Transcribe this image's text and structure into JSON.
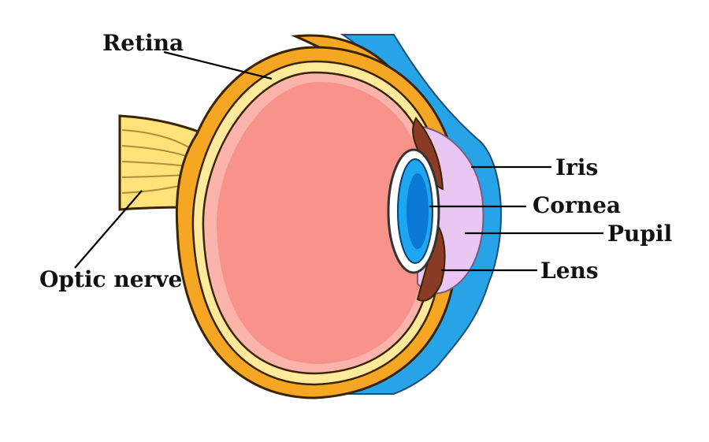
{
  "labels": {
    "retina": "Retina",
    "iris": "Iris",
    "cornea": "Cornea",
    "pupil": "Pupil",
    "lens": "Lens",
    "optic_nerve": "Optic nerve"
  },
  "colors": {
    "sclera": "#f5a623",
    "outline": "#3a2400",
    "choroid": "#ffe99a",
    "vitreous": "#f7938a",
    "vitreous_edge": "#fbb4ac",
    "cornea": "#27a3e8",
    "iris_tissue": "#e9c7f2",
    "iris_dark": "#8a3b25",
    "lens_outer": "#ffffff",
    "lens_inner": "#1da7f2",
    "lens_core": "#0b78d6",
    "nerve": "#ffe37a",
    "leader": "#000000"
  }
}
